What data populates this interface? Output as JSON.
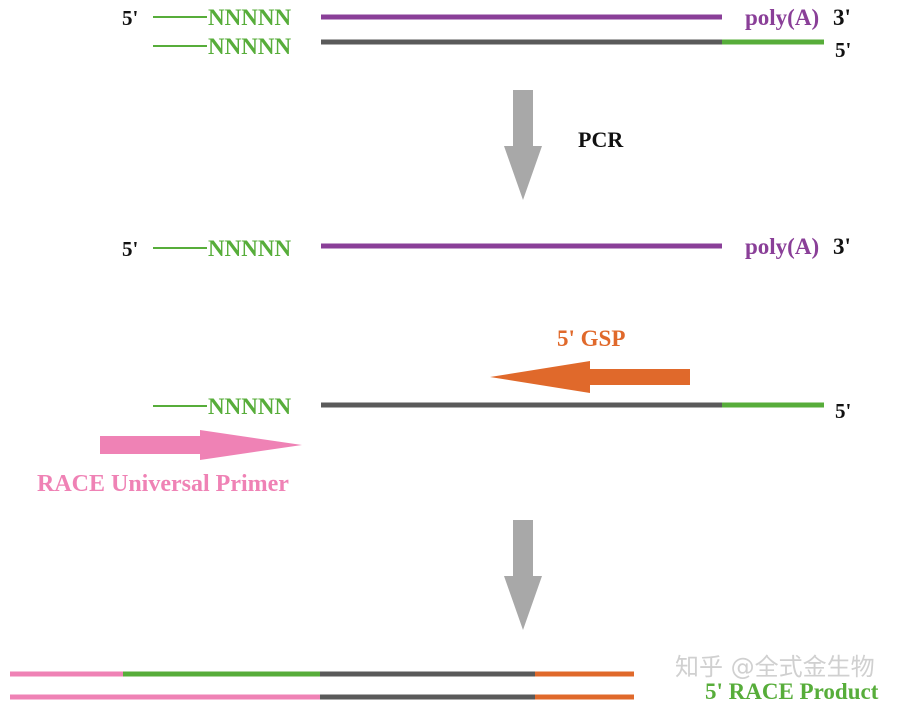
{
  "colors": {
    "purple": "#8a3f98",
    "gray": "#5a5a5a",
    "green": "#57ad3a",
    "pink": "#ef82b5",
    "orange": "#e0692b",
    "arrow_gray": "#a8a8a8",
    "black": "#111111",
    "watermark": "#d0d0d0"
  },
  "labels": {
    "five_prime": "5'",
    "adapter_seq": "NNNNN",
    "poly_a": "poly(A)",
    "three_prime": "3'",
    "pcr": "PCR",
    "gsp": "5' GSP",
    "universal_primer": "RACE Universal Primer",
    "product": "5' RACE Product",
    "watermark": "知乎 @全式金生物"
  }
}
